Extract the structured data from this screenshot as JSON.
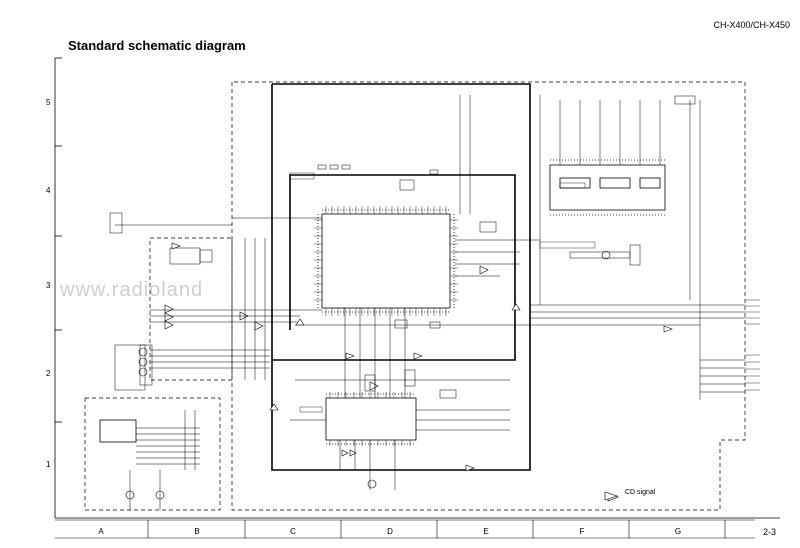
{
  "header": {
    "title": "Standard schematic diagram",
    "model": "CH-X400/CH-X450",
    "page_number": "2-3"
  },
  "grid": {
    "rows": [
      "5",
      "4",
      "3",
      "2",
      "1"
    ],
    "columns": [
      "A",
      "B",
      "C",
      "D",
      "E",
      "F",
      "G"
    ]
  },
  "legend": {
    "cd_signal": "CD signal"
  },
  "watermark": "www.radioland"
}
